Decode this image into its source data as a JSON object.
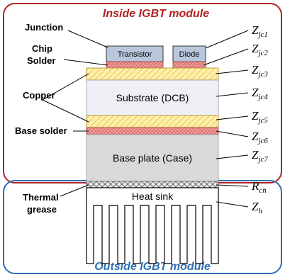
{
  "colors": {
    "inside_border": "#b22222",
    "outside_border": "#2f6fb3",
    "inside_title": "#b22222",
    "outside_title": "#2f6fb3",
    "chip_fill": "#b8c7dc",
    "solder_fill": "#f2a0a0",
    "copper_fill": "#fff0a8",
    "substrate_fill": "#eef0f6",
    "baseplate_fill": "#d9d9d9",
    "grease_fill": "#e9e9e9",
    "heatsink_fill": "#ffffff"
  },
  "titles": {
    "inside": "Inside IGBT module",
    "outside": "Outside IGBT module"
  },
  "chips": {
    "transistor": "Transistor",
    "diode": "Diode"
  },
  "layers": {
    "substrate": "Substrate (DCB)",
    "base_plate": "Base plate (Case)",
    "heat_sink": "Heat sink"
  },
  "left_labels": {
    "junction": "Junction",
    "chip_line1": "Chip",
    "chip_line2": "Solder",
    "copper": "Copper",
    "base_solder": "Base solder",
    "thermal_line1": "Thermal",
    "thermal_line2": "grease"
  },
  "z_labels": [
    {
      "main": "Z",
      "sub": "jc1"
    },
    {
      "main": "Z",
      "sub": "jc2"
    },
    {
      "main": "Z",
      "sub": "jc3"
    },
    {
      "main": "Z",
      "sub": "jc4"
    },
    {
      "main": "Z",
      "sub": "jc5"
    },
    {
      "main": "Z",
      "sub": "jc6"
    },
    {
      "main": "Z",
      "sub": "jc7"
    },
    {
      "main": "R",
      "sub": "ch"
    },
    {
      "main": "Z",
      "sub": "h"
    }
  ],
  "icons": {
    "heatsink_fins": "heatsink-fins-icon",
    "hatch": "diagonal-hatch-pattern",
    "crosshatch": "crosshatch-pattern"
  }
}
